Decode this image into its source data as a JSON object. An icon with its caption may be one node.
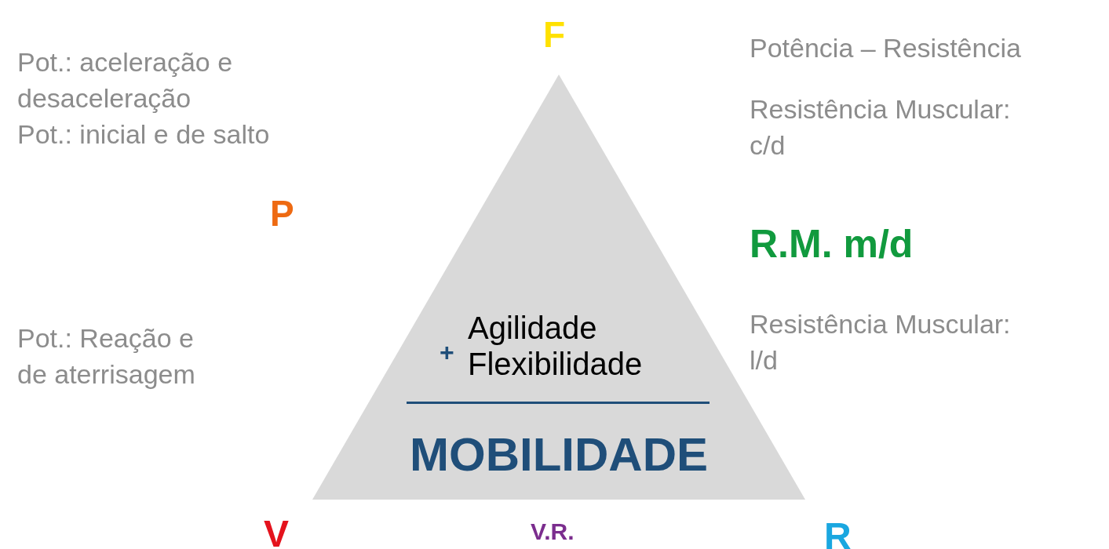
{
  "diagram": {
    "nodes": [
      {
        "text": [
          "+",
          "Agilidade Flexibilidade",
          "MOBILIDADE"
        ]
      }
    ],
    "labels": [
      "F",
      "Pot.: aceleração e desaceleração",
      "Pot.: inicial e de salto",
      "Potência – Resistência",
      "Resistência Muscular: c/d",
      "P",
      "R.M. m/d",
      "Pot.: Reação e de aterrisagem",
      "Resistência Muscular: l/d",
      "V",
      "V.R.",
      "R"
    ]
  }
}
